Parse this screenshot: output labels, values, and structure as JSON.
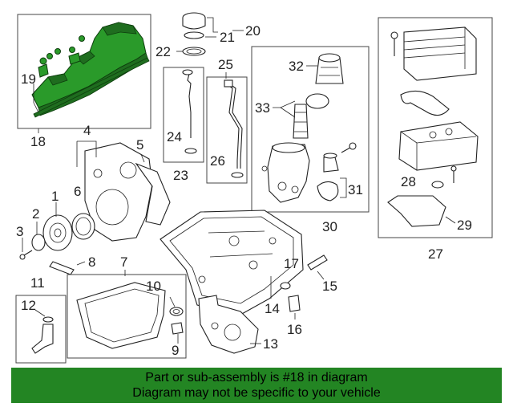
{
  "callouts": {
    "c1": "1",
    "c2": "2",
    "c3": "3",
    "c4": "4",
    "c5": "5",
    "c6": "6",
    "c7": "7",
    "c8": "8",
    "c9": "9",
    "c10": "10",
    "c11": "11",
    "c12": "12",
    "c13": "13",
    "c14": "14",
    "c15": "15",
    "c16": "16",
    "c17": "17",
    "c18": "18",
    "c19": "19",
    "c20": "20",
    "c21": "21",
    "c22": "22",
    "c23": "23",
    "c24": "24",
    "c25": "25",
    "c26": "26",
    "c27": "27",
    "c28": "28",
    "c29": "29",
    "c30": "30",
    "c31": "31",
    "c32": "32",
    "c33": "33"
  },
  "highlight": {
    "part": "18",
    "color": "#2a9a2a"
  },
  "banner": {
    "line1": "Part or sub-assembly is #18 in diagram",
    "line2": "Diagram may not be specific to your vehicle",
    "background": "#238523"
  }
}
